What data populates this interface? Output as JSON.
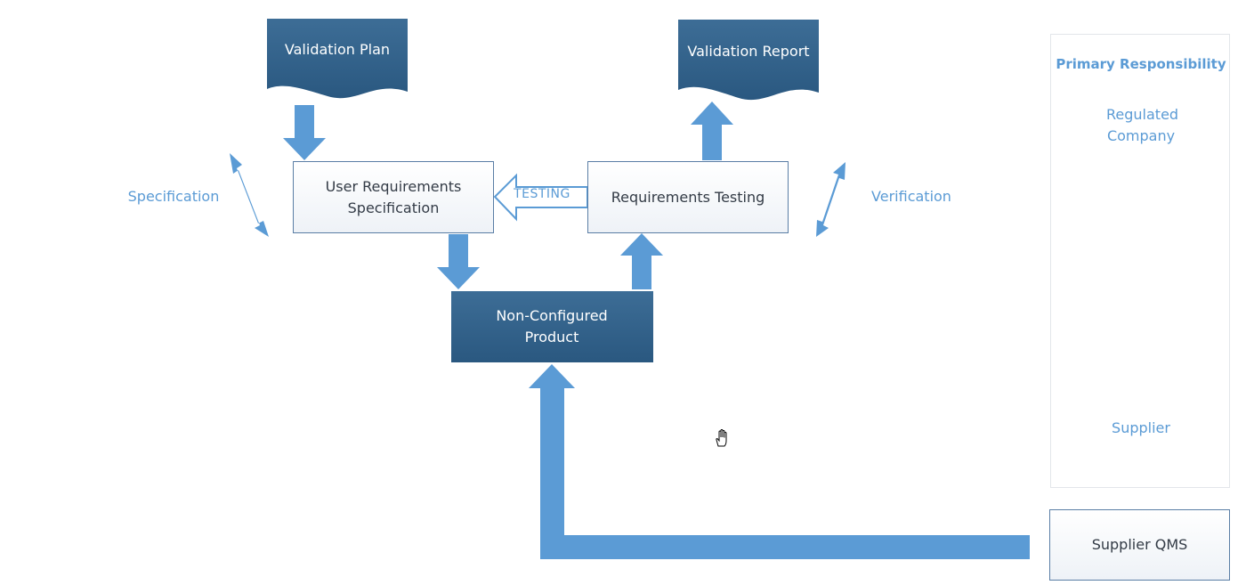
{
  "nodes": {
    "validation_plan": "Validation Plan",
    "validation_report": "Validation Report",
    "user_requirements": "User Requirements Specification",
    "requirements_testing": "Requirements Testing",
    "non_configured_product": "Non-Configured Product",
    "supplier_qms": "Supplier QMS"
  },
  "labels": {
    "specification": "Specification",
    "verification": "Verification",
    "testing": "TESTING"
  },
  "responsibility_panel": {
    "title": "Primary Responsibility",
    "top": "Regulated Company",
    "bottom": "Supplier"
  },
  "colors": {
    "dark_box": "#2e5f8a",
    "arrow": "#5b9bd5",
    "label": "#5b9bd5"
  }
}
